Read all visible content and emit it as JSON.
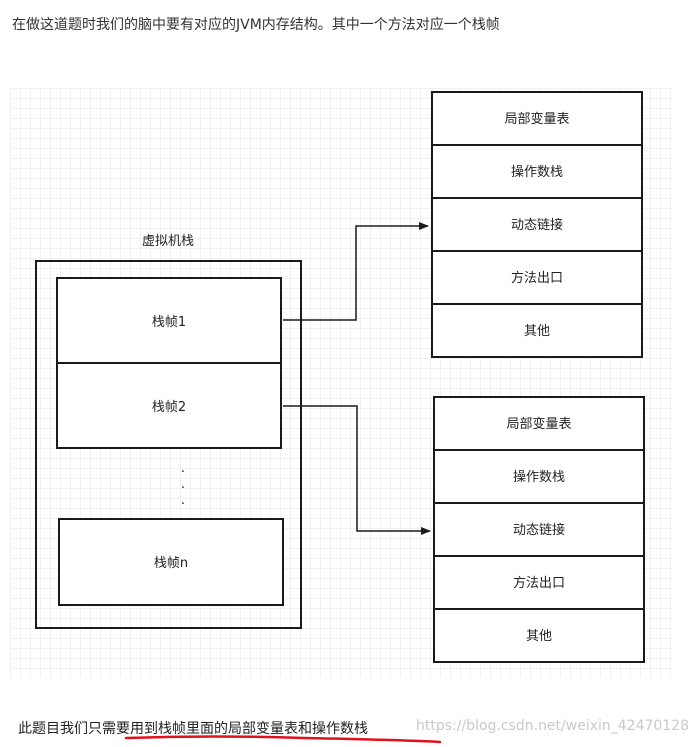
{
  "intro_text": "在做这道题时我们的脑中要有对应的JVM内存结构。其中一个方法对应一个栈帧",
  "diagram": {
    "vm_stack_label": "虚拟机栈",
    "frames": [
      "栈帧1",
      "栈帧2",
      "栈帧n"
    ],
    "ellipsis": [
      "·",
      "·",
      "·"
    ],
    "frame_detail_top": [
      "局部变量表",
      "操作数栈",
      "动态链接",
      "方法出口",
      "其他"
    ],
    "frame_detail_bottom": [
      "局部变量表",
      "操作数栈",
      "动态链接",
      "方法出口",
      "其他"
    ]
  },
  "footer_text": "此题目我们只需要用到栈帧里面的局部变量表和操作数栈",
  "watermark": "https://blog.csdn.net/weixin_42470128",
  "colors": {
    "line": "#1a1a1a",
    "underline": "#e0121e",
    "grid": "#f1f1f1",
    "watermark": "#c9c9c9"
  }
}
